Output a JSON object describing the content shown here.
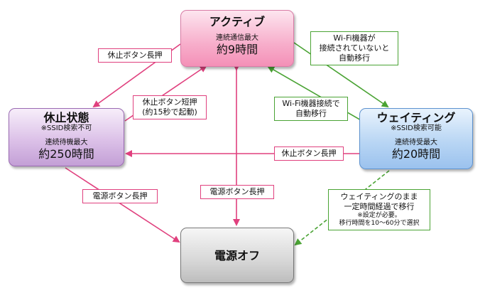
{
  "nodes": {
    "active": {
      "title": "アクティブ",
      "line1": "連続通信最大",
      "line2": "約9時間",
      "color": "#f7aecb"
    },
    "sleep": {
      "title": "休止状態",
      "sub": "※SSID検索不可",
      "line1": "連続待機最大",
      "line2": "約250時間",
      "color": "#dcc1e8"
    },
    "wait": {
      "title": "ウェイティング",
      "sub": "※SSID検索可能",
      "line1": "連続待受最大",
      "line2": "約20時間",
      "color": "#b9d6f4"
    },
    "off": {
      "title": "電源オフ",
      "color": "#d7d7d7"
    }
  },
  "labels": {
    "sleep_from_active": "休止ボタン長押",
    "sleep_to_active_1": "休止ボタン短押",
    "sleep_to_active_2": "(約15秒で起動)",
    "active_to_wait_1": "Wi-Fi機器が",
    "active_to_wait_2": "接続されていないと",
    "active_to_wait_3": "自動移行",
    "wait_to_active_1": "Wi-Fi機器接続で",
    "wait_to_active_2": "自動移行",
    "wait_to_sleep": "休止ボタン長押",
    "sleep_to_off": "電源ボタン長押",
    "active_to_off": "電源ボタン長押",
    "wait_to_off_1": "ウェイティングのまま",
    "wait_to_off_2": "一定時間経過で移行",
    "wait_to_off_3": "※設定が必要。",
    "wait_to_off_4": "移行時間を10〜60分で選択"
  },
  "colors": {
    "pink_arrow": "#e0407e",
    "green_arrow": "#4aa334"
  }
}
